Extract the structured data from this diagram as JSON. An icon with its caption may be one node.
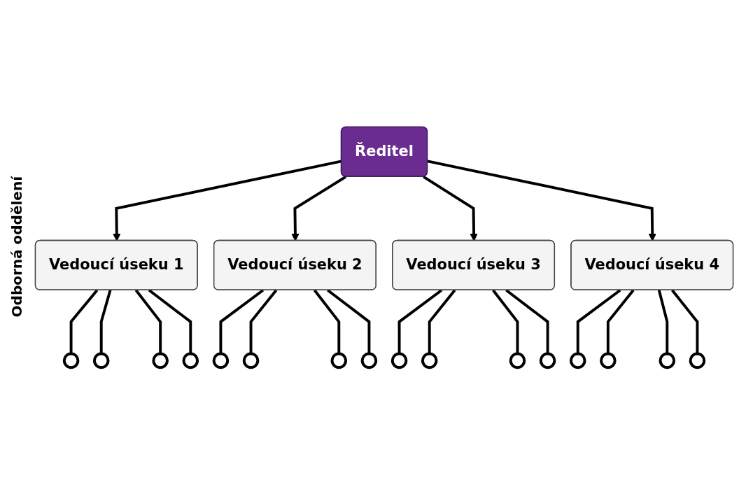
{
  "diagram": {
    "nodes": [
      {
        "text": [
          "Ředitel"
        ]
      },
      {
        "text": [
          "Vedoucí úseku 1"
        ]
      },
      {
        "text": [
          "Vedoucí úseku 2"
        ]
      },
      {
        "text": [
          "Vedoucí úseku 3"
        ]
      },
      {
        "text": [
          "Vedoucí úseku 4"
        ]
      },
      {
        "text": [],
        "shape": "circle"
      },
      {
        "text": [],
        "shape": "circle"
      },
      {
        "text": [],
        "shape": "circle"
      },
      {
        "text": [],
        "shape": "circle"
      },
      {
        "text": [],
        "shape": "circle"
      },
      {
        "text": [],
        "shape": "circle"
      },
      {
        "text": [],
        "shape": "circle"
      },
      {
        "text": [],
        "shape": "circle"
      },
      {
        "text": [],
        "shape": "circle"
      },
      {
        "text": [],
        "shape": "circle"
      },
      {
        "text": [],
        "shape": "circle"
      },
      {
        "text": [],
        "shape": "circle"
      },
      {
        "text": [],
        "shape": "circle"
      },
      {
        "text": [],
        "shape": "circle"
      },
      {
        "text": [],
        "shape": "circle"
      },
      {
        "text": [],
        "shape": "circle"
      }
    ],
    "edges": [
      {
        "from": 0,
        "to": 1,
        "arrow": "to"
      },
      {
        "from": 0,
        "to": 2,
        "arrow": "to"
      },
      {
        "from": 0,
        "to": 3,
        "arrow": "to"
      },
      {
        "from": 0,
        "to": 4,
        "arrow": "to"
      },
      {
        "from": 1,
        "to": 5,
        "arrow": "none"
      },
      {
        "from": 1,
        "to": 6,
        "arrow": "none"
      },
      {
        "from": 1,
        "to": 7,
        "arrow": "none"
      },
      {
        "from": 1,
        "to": 8,
        "arrow": "none"
      },
      {
        "from": 2,
        "to": 9,
        "arrow": "none"
      },
      {
        "from": 2,
        "to": 10,
        "arrow": "none"
      },
      {
        "from": 2,
        "to": 11,
        "arrow": "none"
      },
      {
        "from": 2,
        "to": 12,
        "arrow": "none"
      },
      {
        "from": 3,
        "to": 13,
        "arrow": "none"
      },
      {
        "from": 3,
        "to": 14,
        "arrow": "none"
      },
      {
        "from": 3,
        "to": 15,
        "arrow": "none"
      },
      {
        "from": 3,
        "to": 16,
        "arrow": "none"
      },
      {
        "from": 4,
        "to": 17,
        "arrow": "none"
      },
      {
        "from": 4,
        "to": 18,
        "arrow": "none"
      },
      {
        "from": 4,
        "to": 19,
        "arrow": "none"
      },
      {
        "from": 4,
        "to": 20,
        "arrow": "none"
      }
    ],
    "labels": [
      "Odborná oddělení"
    ]
  }
}
